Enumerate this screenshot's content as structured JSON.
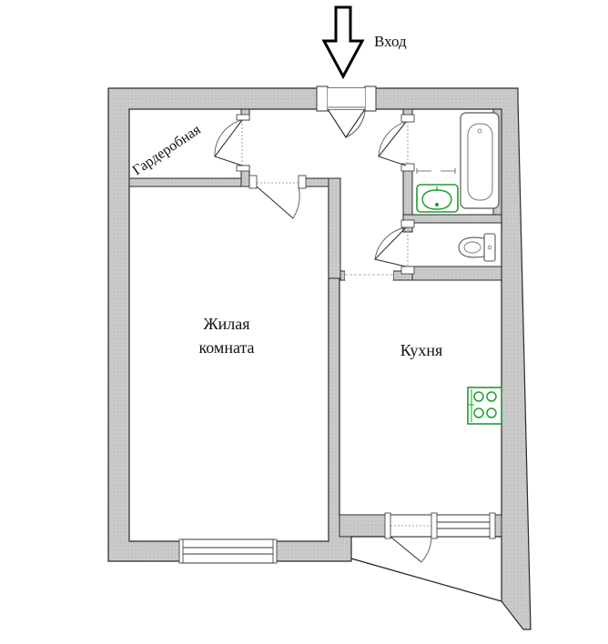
{
  "labels": {
    "entrance": "Вход",
    "wardrobe": "Гардеробная",
    "living_room_line1": "Жилая",
    "living_room_line2": "комната",
    "kitchen": "Кухня"
  },
  "colors": {
    "wall_fill": "#c7c7c7",
    "wall_stroke": "#2a2a2a",
    "fixture_green": "#1f9d2e",
    "fixture_gray": "#777777"
  }
}
